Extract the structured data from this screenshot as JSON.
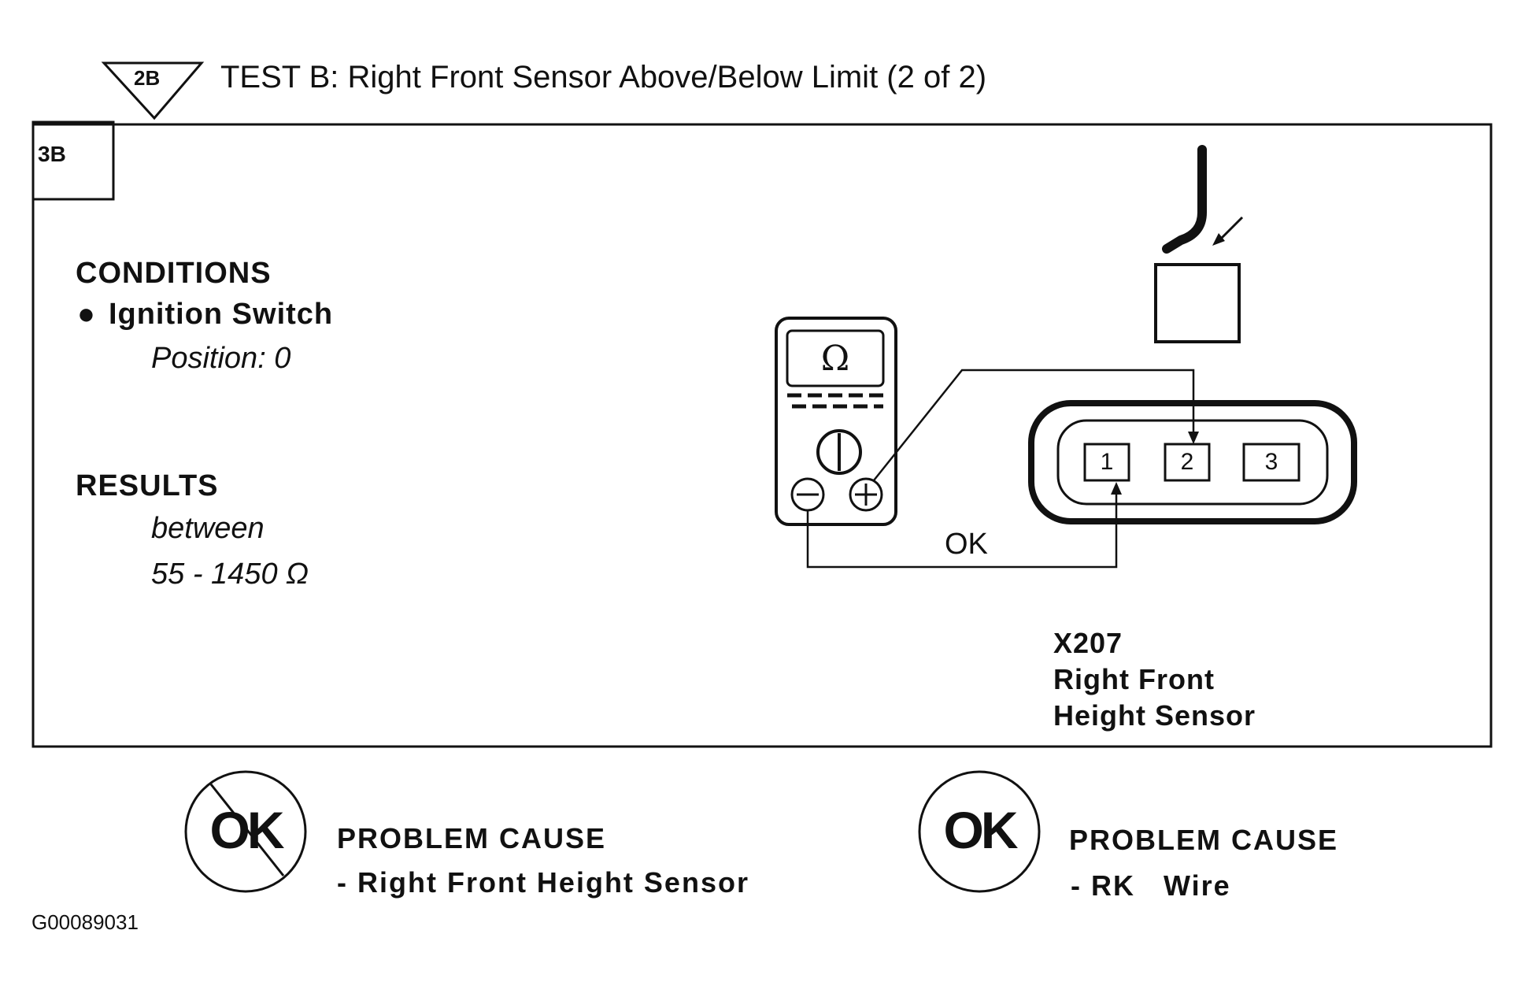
{
  "header": {
    "entry_step": "2B",
    "title": "TEST B: Right Front Sensor Above/Below Limit (2 of 2)"
  },
  "step": {
    "label": "3B"
  },
  "conditions": {
    "heading": "CONDITIONS",
    "items": [
      {
        "bullet": "●",
        "label": "Ignition Switch",
        "detail": "Position: 0"
      }
    ]
  },
  "results": {
    "heading": "RESULTS",
    "line1": "between",
    "line2": "55 - 1450 Ω"
  },
  "meter": {
    "display_symbol": "Ω",
    "minus_symbol": "⊖",
    "plus_symbol": "⊕"
  },
  "wiring": {
    "ok_label": "OK"
  },
  "connector": {
    "pins": [
      "1",
      "2",
      "3"
    ],
    "id": "X207",
    "name_line1": "Right Front",
    "name_line2": "Height Sensor"
  },
  "outcomes": [
    {
      "status": "not-ok",
      "symbol": "OK",
      "title": "PROBLEM CAUSE",
      "item": "- Right Front Height Sensor"
    },
    {
      "status": "ok",
      "symbol": "OK",
      "title": "PROBLEM CAUSE",
      "item": "- RK   Wire"
    }
  ],
  "footer": {
    "ref_code": "G00089031"
  }
}
